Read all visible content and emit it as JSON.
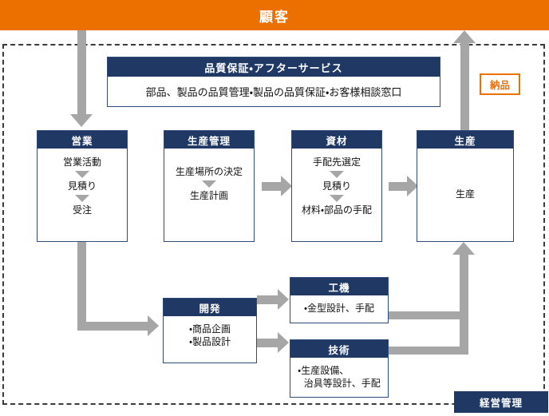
{
  "banner": {
    "title": "顧客"
  },
  "delivery_badge": {
    "label": "納品"
  },
  "management_tag": {
    "label": "経営管理"
  },
  "quality_box": {
    "title": "品質保証・アフターサービス",
    "body": "部品、製品の品質管理・製品の品質保証・お客様相談窓口"
  },
  "boxes": {
    "sales": {
      "title": "営業",
      "steps": [
        "営業活動",
        "見積り",
        "受注"
      ]
    },
    "prodmgmt": {
      "title": "生産管理",
      "steps": [
        "生産場所の決定",
        "生産計画"
      ]
    },
    "materials": {
      "title": "資材",
      "steps": [
        "手配先選定",
        "見積り",
        "材料・部品の手配"
      ]
    },
    "production": {
      "title": "生産",
      "body": "生産"
    },
    "development": {
      "title": "開発",
      "bullets": [
        "・商品企画",
        "・製品設計"
      ]
    },
    "tooling": {
      "title": "工機",
      "bullets": [
        "・金型設計、手配"
      ]
    },
    "engineering": {
      "title": "技術",
      "bullets": [
        "・生産設備、\n  治具等設計、手配"
      ]
    }
  },
  "colors": {
    "accent_orange": "#EC7000",
    "header_navy": "#1F3864",
    "connector_gray": "#A6A6A6",
    "boundary_dash": "#3A3A3A"
  }
}
